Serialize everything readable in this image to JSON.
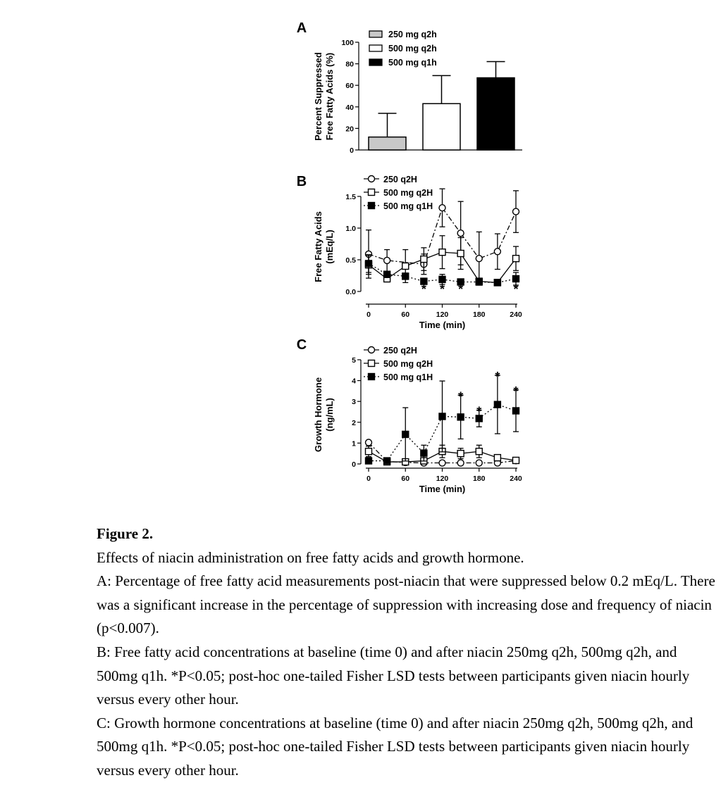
{
  "chart_data": [
    {
      "panel": "A",
      "type": "bar",
      "ylabel": "Percent Suppressed\nFree Fatty Acids (%)",
      "ylim": [
        0,
        100
      ],
      "yticks": [
        0,
        20,
        40,
        60,
        80,
        100
      ],
      "legend_position": "top",
      "categories": [
        "250 mg q2h",
        "500 mg q2h",
        "500 mg q1h"
      ],
      "values": [
        12,
        43,
        67
      ],
      "errors": [
        22,
        26,
        15
      ],
      "fills": [
        "#c8c8c8",
        "#ffffff",
        "#000000"
      ],
      "legend": [
        "250 mg q2h",
        "500 mg q2h",
        "500 mg q1h"
      ]
    },
    {
      "panel": "B",
      "type": "line",
      "xlabel": "Time (min)",
      "ylabel": "Free Fatty Acids\n(mEq/L)",
      "xlim": [
        0,
        240
      ],
      "ylim": [
        0,
        1.5
      ],
      "xticks": [
        0,
        60,
        120,
        180,
        240
      ],
      "yticks": [
        0.0,
        0.5,
        1.0,
        1.5
      ],
      "ytick_labels": [
        "0.0",
        "0.5",
        "1.0",
        "1.5"
      ],
      "legend_position": "top-left",
      "x": [
        0,
        30,
        60,
        90,
        120,
        150,
        180,
        210,
        240
      ],
      "series": [
        {
          "name": "250 q2H",
          "marker": "circle",
          "line": "dashdot",
          "values": [
            0.59,
            0.49,
            null,
            0.43,
            1.32,
            0.92,
            0.52,
            0.63,
            1.26
          ],
          "errors": [
            0.38,
            0.17,
            null,
            0.16,
            0.3,
            0.5,
            0.42,
            0.28,
            0.33
          ]
        },
        {
          "name": "500 mg q2H",
          "marker": "square",
          "line": "solid",
          "values": [
            0.42,
            0.2,
            0.4,
            0.51,
            0.62,
            0.6,
            0.16,
            0.14,
            0.52
          ],
          "errors": [
            0.15,
            0.05,
            0.26,
            0.18,
            0.26,
            0.25,
            0.05,
            0.03,
            0.19
          ]
        },
        {
          "name": "500 mg q1H",
          "marker": "filled-square",
          "line": "dotted",
          "values": [
            0.44,
            0.27,
            0.24,
            0.16,
            0.19,
            0.15,
            0.15,
            0.14,
            0.2
          ],
          "errors": [
            0.14,
            0.05,
            0.05,
            0.02,
            0.08,
            0.02,
            0.03,
            0.02,
            0.1
          ]
        }
      ],
      "significance_x": [
        90,
        120,
        150,
        240
      ]
    },
    {
      "panel": "C",
      "type": "line",
      "xlabel": "Time (min)",
      "ylabel": "Growth Hormone\n(ng/mL)",
      "xlim": [
        0,
        240
      ],
      "ylim": [
        0,
        5
      ],
      "xticks": [
        0,
        60,
        120,
        180,
        240
      ],
      "yticks": [
        0,
        1,
        2,
        3,
        4,
        5
      ],
      "ytick_labels": [
        "0",
        "1",
        "2",
        "3",
        "4",
        "5"
      ],
      "legend_position": "top-left",
      "x": [
        0,
        30,
        60,
        90,
        120,
        150,
        180,
        210,
        240
      ],
      "series": [
        {
          "name": "250 q2H",
          "marker": "circle",
          "line": "dashdot",
          "values": [
            1.03,
            0.12,
            0.07,
            0.05,
            0.05,
            0.05,
            0.05,
            0.05,
            0.16
          ],
          "errors": [
            0.08,
            0.04,
            0.03,
            0.03,
            0.03,
            0.03,
            0.03,
            0.03,
            0.05
          ]
        },
        {
          "name": "500 mg q2H",
          "marker": "square",
          "line": "solid",
          "values": [
            0.6,
            0.1,
            0.1,
            0.15,
            0.6,
            0.5,
            0.6,
            0.3,
            0.17
          ],
          "errors": [
            0.25,
            0.04,
            0.05,
            0.07,
            0.3,
            0.25,
            0.3,
            0.15,
            0.06
          ]
        },
        {
          "name": "500 mg q1H",
          "marker": "filled-square",
          "line": "dotted",
          "values": [
            0.15,
            0.15,
            1.42,
            0.52,
            2.28,
            2.25,
            2.18,
            2.85,
            2.55
          ],
          "errors": [
            0.06,
            0.05,
            1.28,
            0.38,
            1.7,
            1.05,
            0.4,
            1.4,
            1.0
          ]
        }
      ],
      "significance_x": [
        150,
        180,
        210,
        240
      ]
    }
  ],
  "panel_letters": [
    "A",
    "B",
    "C"
  ],
  "significance_symbol": "*",
  "caption": {
    "title": "Figure 2.",
    "lines": [
      "Effects of niacin administration on free fatty acids and growth hormone.",
      "A: Percentage of free fatty acid measurements post-niacin that were suppressed below 0.2 mEq/L. There was a significant increase in the percentage of suppression with increasing dose and frequency of niacin (p<0.007).",
      "B: Free fatty acid concentrations at baseline (time 0) and after niacin 250mg q2h, 500mg q2h, and 500mg q1h. *P<0.05; post-hoc one-tailed Fisher LSD tests between participants given niacin hourly versus every other hour.",
      "C: Growth hormone concentrations at baseline (time 0) and after niacin 250mg q2h, 500mg q2h, and 500mg q1h. *P<0.05; post-hoc one-tailed Fisher LSD tests between participants given niacin hourly versus every other hour."
    ]
  }
}
